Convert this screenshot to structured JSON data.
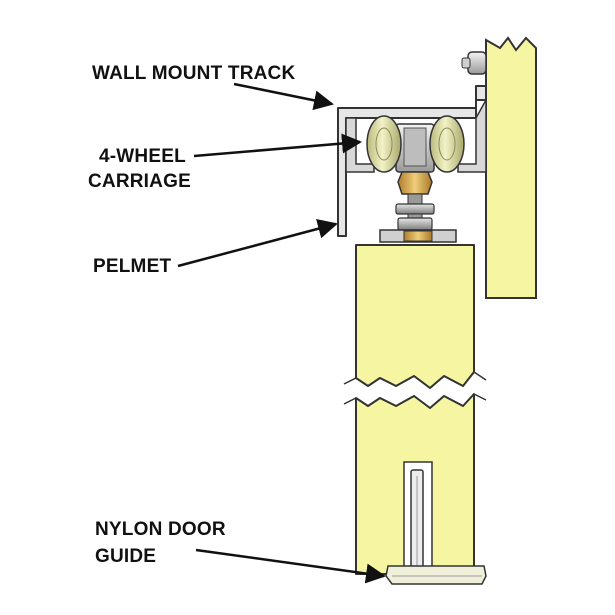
{
  "labels": {
    "wall_mount_track": "WALL MOUNT TRACK",
    "carriage_line1": "4-WHEEL",
    "carriage_line2": "CARRIAGE",
    "pelmet": "PELMET",
    "guide_line1": "NYLON DOOR",
    "guide_line2": "GUIDE"
  },
  "colors": {
    "door_fill": "#f6f6a2",
    "track_fill": "#e6e6e6",
    "wheel_fill": "#dcdc9c",
    "brass": "#e2b458",
    "outline": "#333333",
    "text": "#111111"
  }
}
